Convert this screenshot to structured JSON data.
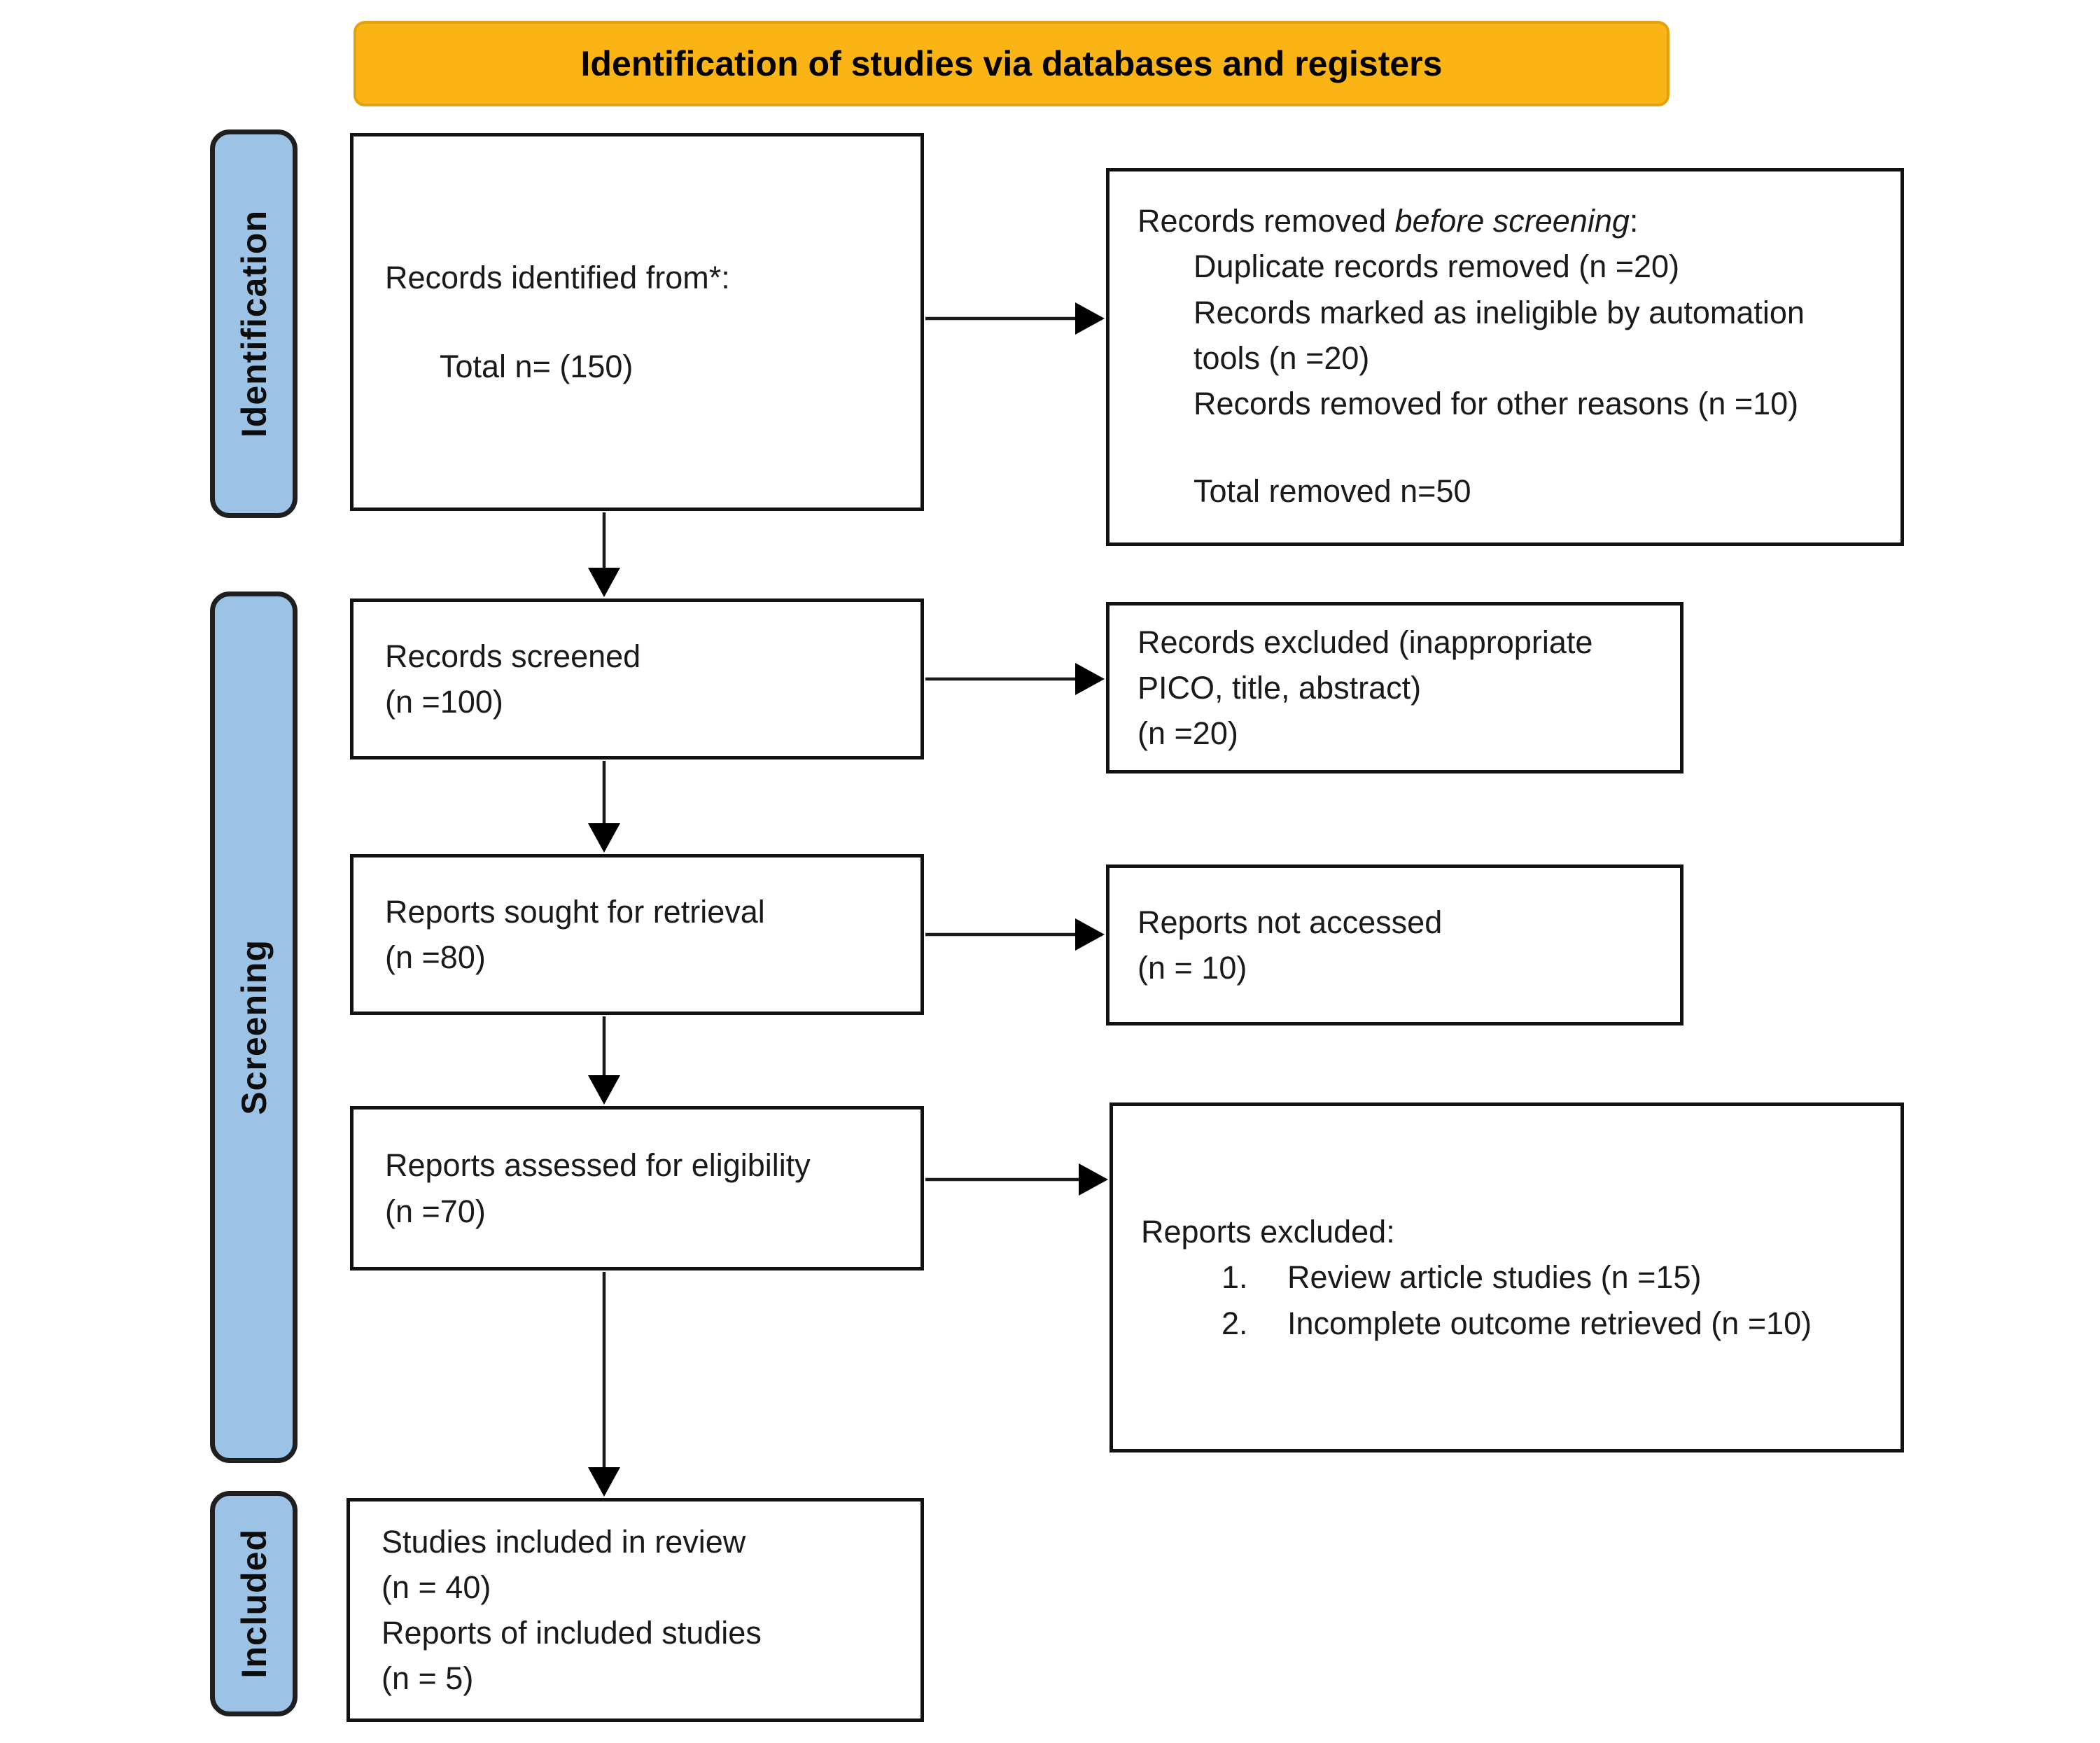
{
  "banner": {
    "label": "Identification of studies via databases and registers",
    "bg_color": "#FBB415"
  },
  "sidebar": {
    "bg_color": "#9CC3E5",
    "items": [
      {
        "label": "Identification"
      },
      {
        "label": "Screening"
      },
      {
        "label": "Included"
      }
    ]
  },
  "boxes": {
    "identified": {
      "title": "Records identified from*:",
      "total": "Total n= (150)"
    },
    "removed_before_screening": {
      "heading_prefix": "Records removed ",
      "heading_italic": "before screening",
      "heading_suffix": ":",
      "items": [
        "Duplicate records removed (n =20)",
        "Records marked as ineligible by automation tools (n =20)",
        "Records removed for other reasons (n =10)"
      ],
      "total": "Total removed n=50"
    },
    "screened": {
      "lines": [
        "Records screened",
        "(n =100)"
      ]
    },
    "records_excluded": {
      "lines": [
        "Records excluded (inappropriate PICO, title, abstract)",
        "(n =20)"
      ]
    },
    "sought": {
      "lines": [
        "Reports sought for retrieval",
        "(n =80)"
      ]
    },
    "not_accessed": {
      "lines": [
        "Reports not accessed",
        "(n = 10)"
      ]
    },
    "assessed": {
      "lines": [
        "Reports assessed for eligibility",
        "(n =70)"
      ]
    },
    "reports_excluded": {
      "heading": "Reports excluded:",
      "items": [
        {
          "num": "1.",
          "text": "Review article studies (n =15)"
        },
        {
          "num": "2.",
          "text": "Incomplete outcome retrieved (n =10)"
        }
      ]
    },
    "included": {
      "lines": [
        "Studies included in review",
        "(n = 40)",
        "Reports of included studies",
        "(n = 5)"
      ]
    }
  }
}
